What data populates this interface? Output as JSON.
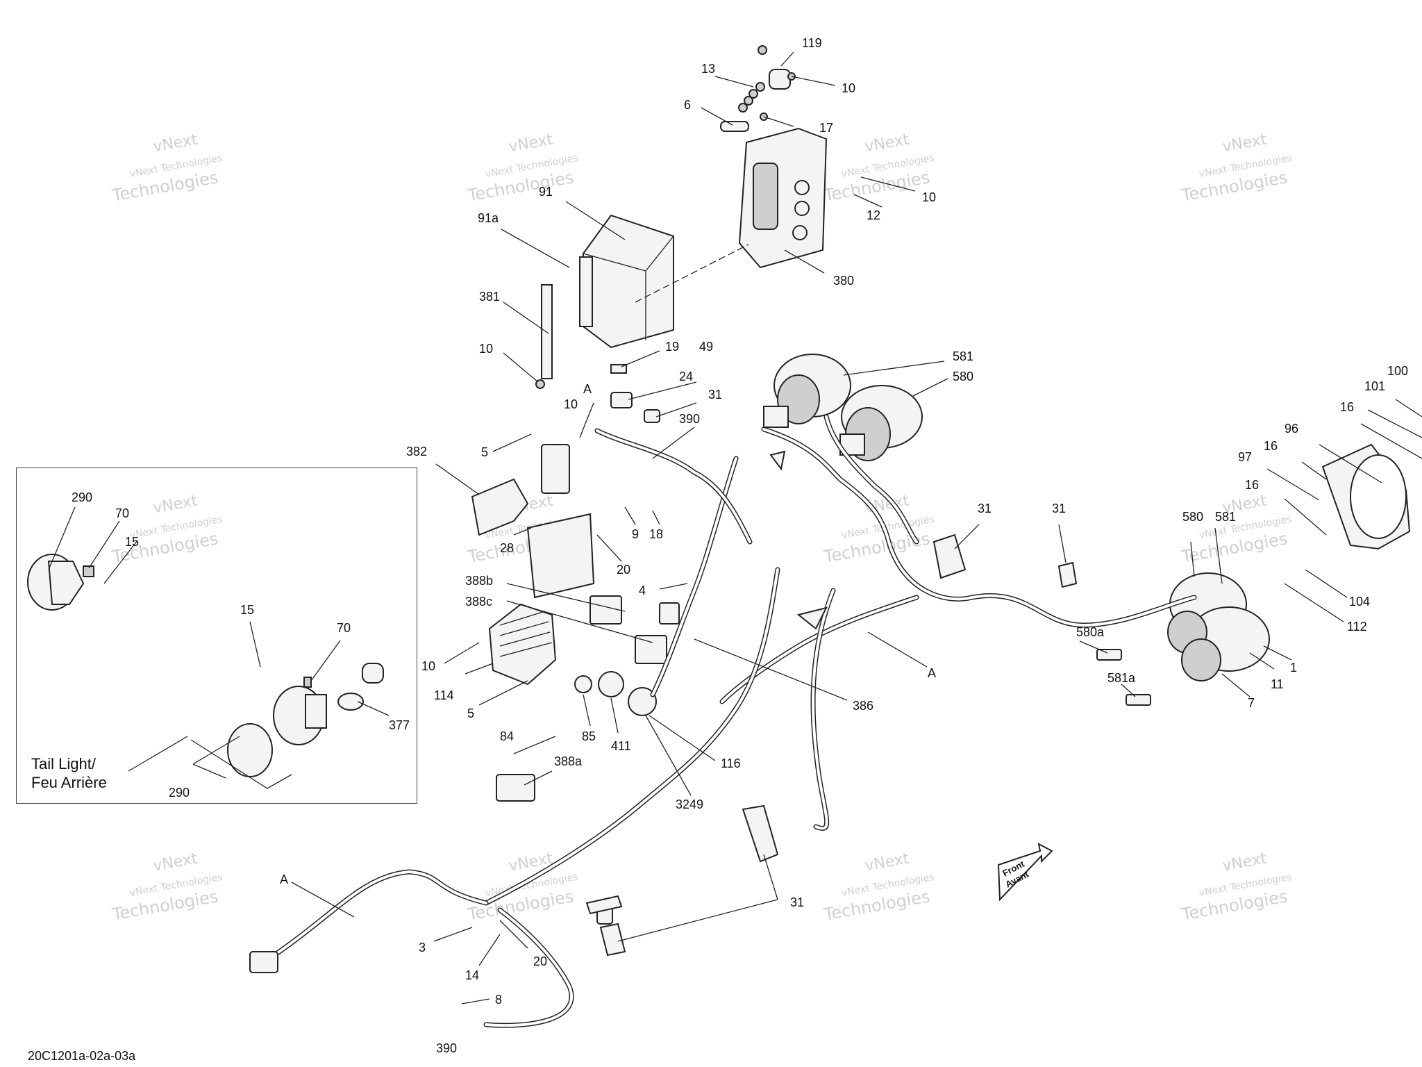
{
  "diagram": {
    "reference_code": "20C1201a-02a-03a",
    "inset_title_line1": "Tail Light/",
    "inset_title_line2": "Feu Arrière",
    "front_label_line1": "Front",
    "front_label_line2": "Avant",
    "watermark_line1": "vNext",
    "watermark_line2": "vNext Technologies",
    "watermark_line3": "Technologies",
    "callouts": [
      "119",
      "13",
      "10",
      "6",
      "17",
      "10",
      "12",
      "10",
      "380",
      "91",
      "91a",
      "381",
      "10",
      "19",
      "49",
      "24",
      "31",
      "390",
      "10",
      "A",
      "382",
      "5",
      "28",
      "9",
      "18",
      "20",
      "4",
      "388b",
      "388c",
      "10",
      "114",
      "5",
      "84",
      "85",
      "411",
      "116",
      "3249",
      "386",
      "388a",
      "290",
      "70",
      "15",
      "15",
      "70",
      "377",
      "290",
      "581",
      "580",
      "31",
      "31",
      "A",
      "580",
      "581",
      "100",
      "101",
      "16",
      "96",
      "16",
      "97",
      "16",
      "104",
      "112",
      "580a",
      "1",
      "11",
      "581a",
      "7",
      "A",
      "3",
      "20",
      "14",
      "8",
      "390",
      "31"
    ]
  }
}
